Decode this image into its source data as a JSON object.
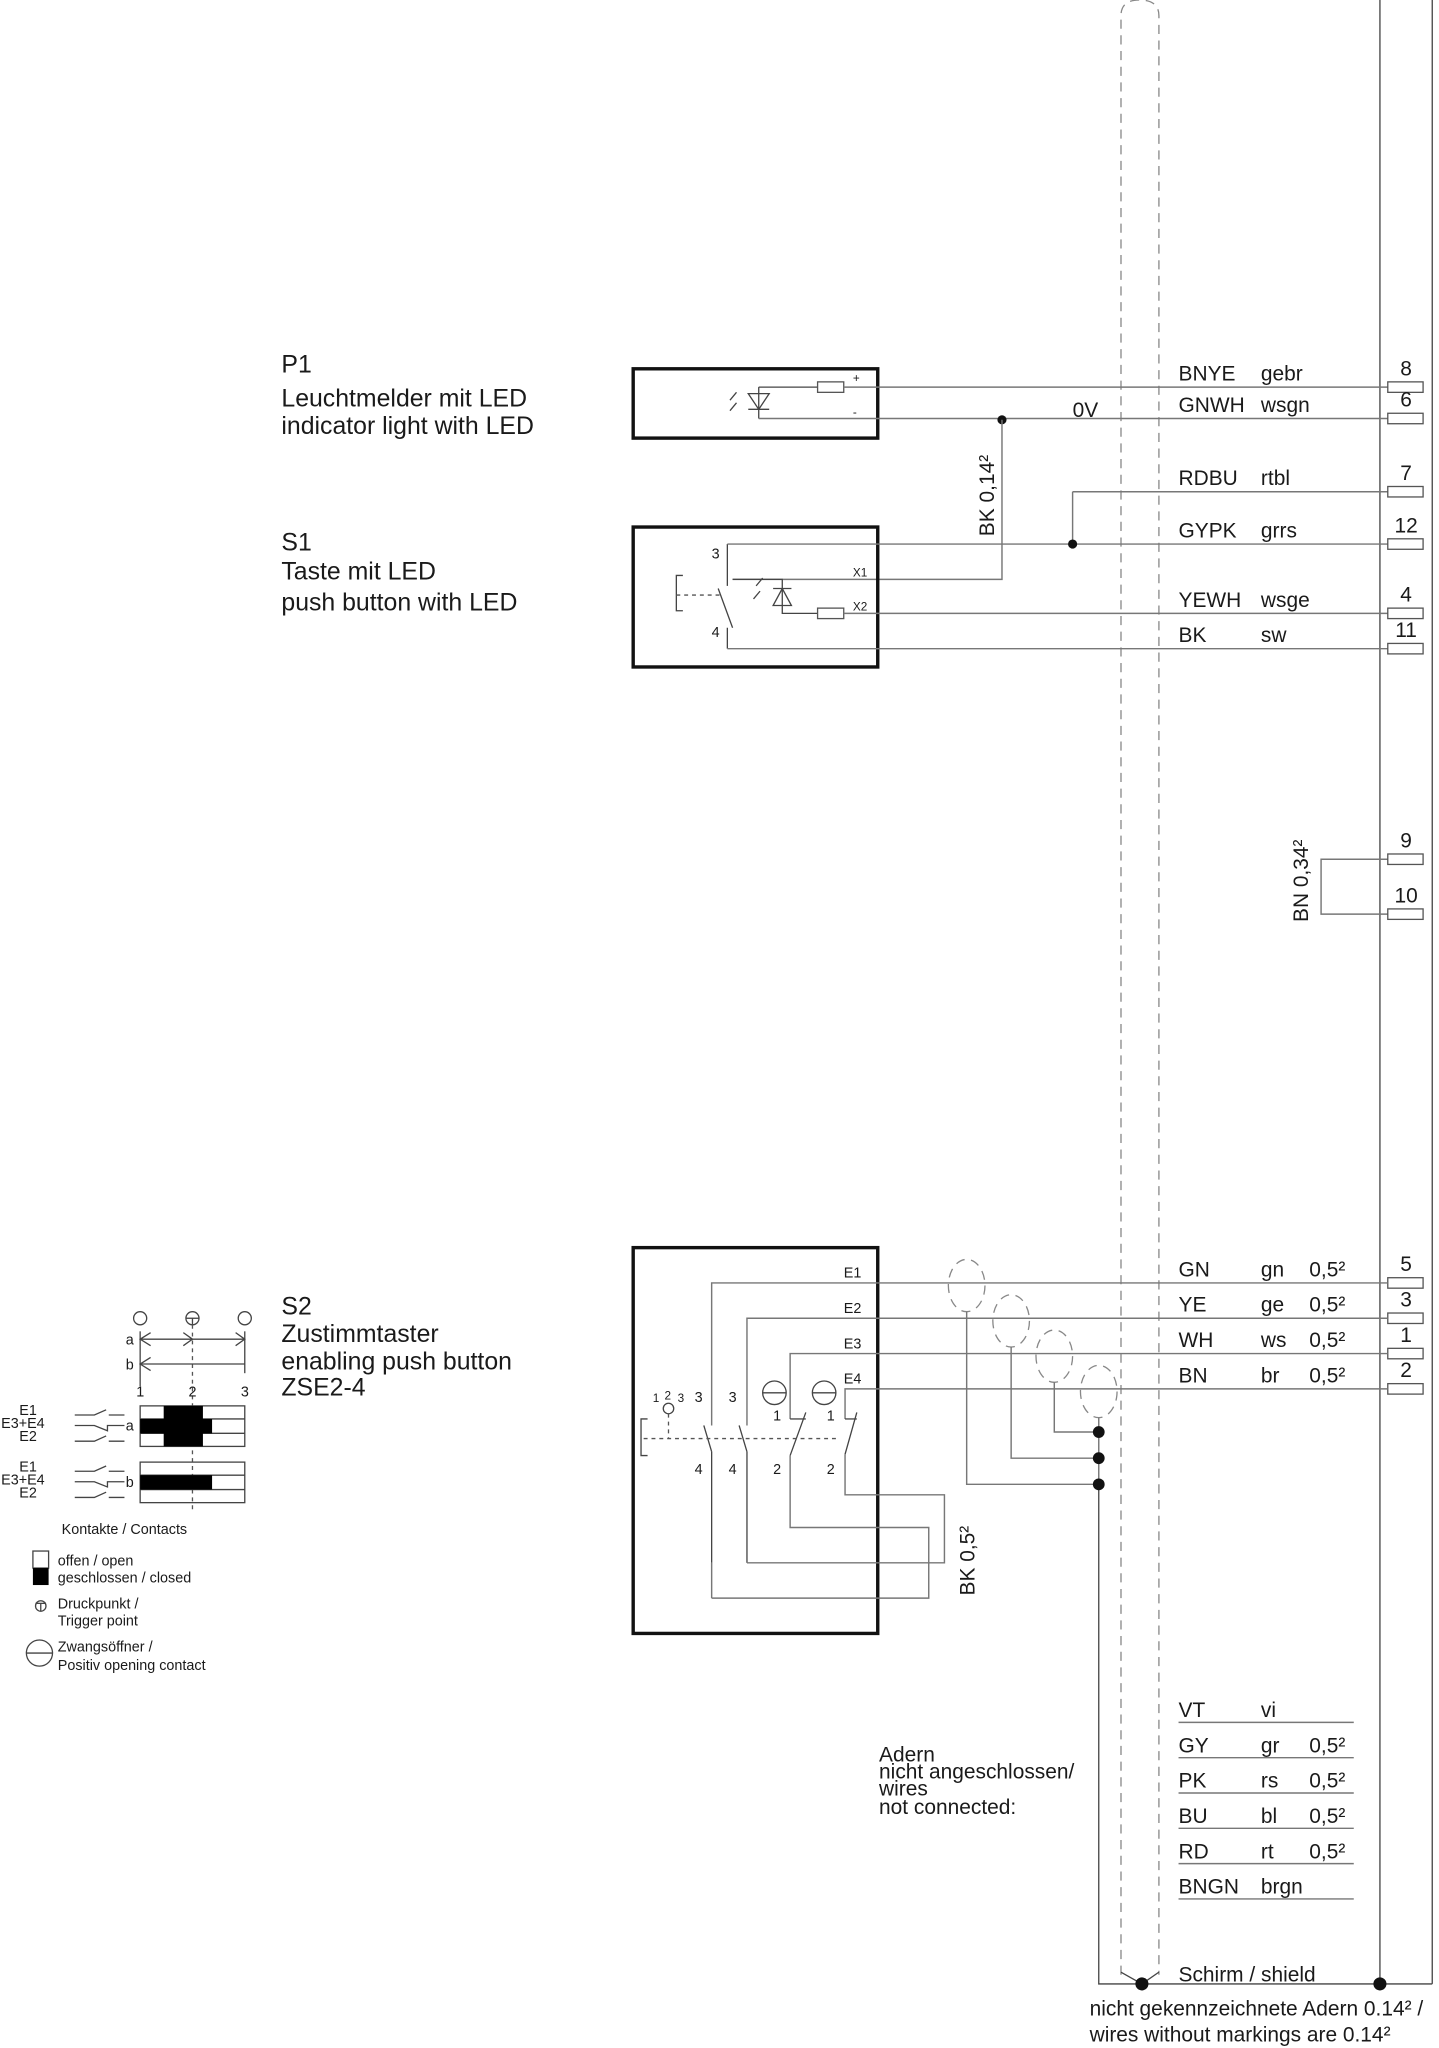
{
  "p1": {
    "id": "P1",
    "title_de": "Leuchtmelder mit LED",
    "title_en": "indicator light with LED",
    "plus": "+",
    "minus": "-"
  },
  "s1": {
    "id": "S1",
    "title_de": "Taste mit LED",
    "title_en": "push button with LED",
    "contact_top": "3",
    "contact_bottom": "4",
    "x1": "X1",
    "x2": "X2"
  },
  "s2": {
    "id": "S2",
    "title_de": "Zustimmtaster",
    "title_en": "enabling push button",
    "model": "ZSE2-4",
    "inputs": [
      "E1",
      "E2",
      "E3",
      "E4"
    ],
    "contacts_top": [
      "3",
      "3",
      "1",
      "1"
    ],
    "contacts_bottom": [
      "4",
      "4",
      "2",
      "2"
    ],
    "pos_marks": [
      "1",
      "2",
      "3"
    ]
  },
  "zero_volt": "0V",
  "jumper_labels": {
    "bk014": "BK 0,14²",
    "bn034": "BN 0,34²",
    "bk05": "BK 0,5²"
  },
  "wires": [
    {
      "code": "BNYE",
      "de": "gebr",
      "size": "",
      "terminal": "8"
    },
    {
      "code": "GNWH",
      "de": "wsgn",
      "size": "",
      "terminal": "6"
    },
    {
      "code": "RDBU",
      "de": "rtbl",
      "size": "",
      "terminal": "7"
    },
    {
      "code": "GYPK",
      "de": "grrs",
      "size": "",
      "terminal": "12"
    },
    {
      "code": "YEWH",
      "de": "wsge",
      "size": "",
      "terminal": "4"
    },
    {
      "code": "BK",
      "de": "sw",
      "size": "",
      "terminal": "11"
    },
    {
      "code": "GN",
      "de": "gn",
      "size": "0,5²",
      "terminal": "5"
    },
    {
      "code": "YE",
      "de": "ge",
      "size": "0,5²",
      "terminal": "3"
    },
    {
      "code": "WH",
      "de": "ws",
      "size": "0,5²",
      "terminal": "1"
    },
    {
      "code": "BN",
      "de": "br",
      "size": "0,5²",
      "terminal": "2"
    }
  ],
  "bridge_terminals": [
    "9",
    "10"
  ],
  "unconnected": {
    "label": [
      "Adern",
      "nicht angeschlossen/",
      "wires",
      "not connected:"
    ],
    "wires": [
      {
        "code": "VT",
        "de": "vi",
        "size": ""
      },
      {
        "code": "GY",
        "de": "gr",
        "size": "0,5²"
      },
      {
        "code": "PK",
        "de": "rs",
        "size": "0,5²"
      },
      {
        "code": "BU",
        "de": "bl",
        "size": "0,5²"
      },
      {
        "code": "RD",
        "de": "rt",
        "size": "0,5²"
      },
      {
        "code": "BNGN",
        "de": "brgn",
        "size": ""
      }
    ]
  },
  "shield": "Schirm / shield",
  "footer": [
    "nicht gekennzeichnete Adern 0.14² /",
    "wires without markings are 0.14²"
  ],
  "contact_diagram": {
    "rows": [
      "a",
      "b"
    ],
    "positions": [
      "1",
      "2",
      "3"
    ],
    "contact_labels": [
      "E1",
      "E3+E4",
      "E2"
    ],
    "title": "Kontakte / Contacts",
    "legend": {
      "open": "offen / open",
      "closed": "geschlossen / closed",
      "trigger_1": "Druckpunkt /",
      "trigger_2": "Trigger point",
      "positive_1": "Zwangsöffner /",
      "positive_2": "Positiv opening contact"
    }
  }
}
